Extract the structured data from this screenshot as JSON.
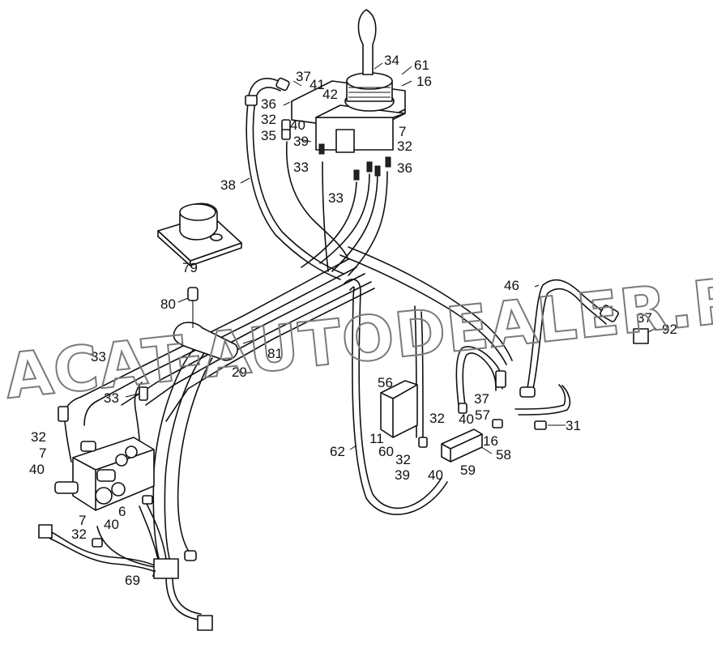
{
  "watermark": {
    "text": "ACAT-AUTODEALER.RU"
  },
  "callouts": [
    {
      "id": "c34",
      "text": "34"
    },
    {
      "id": "c61",
      "text": "61"
    },
    {
      "id": "c16a",
      "text": "16"
    },
    {
      "id": "c37a",
      "text": "37"
    },
    {
      "id": "c41",
      "text": "41"
    },
    {
      "id": "c42",
      "text": "42"
    },
    {
      "id": "c36a",
      "text": "36"
    },
    {
      "id": "c32a",
      "text": "32"
    },
    {
      "id": "c40a",
      "text": "40"
    },
    {
      "id": "c35",
      "text": "35"
    },
    {
      "id": "c39a",
      "text": "39"
    },
    {
      "id": "c7a",
      "text": "7"
    },
    {
      "id": "c32b",
      "text": "32"
    },
    {
      "id": "c33a",
      "text": "33"
    },
    {
      "id": "c36b",
      "text": "36"
    },
    {
      "id": "c38",
      "text": "38"
    },
    {
      "id": "c33b",
      "text": "33"
    },
    {
      "id": "c79",
      "text": "79"
    },
    {
      "id": "c46",
      "text": "46"
    },
    {
      "id": "c80",
      "text": "80"
    },
    {
      "id": "c37b",
      "text": "37"
    },
    {
      "id": "c92",
      "text": "92"
    },
    {
      "id": "c81",
      "text": "81"
    },
    {
      "id": "c33c",
      "text": "33"
    },
    {
      "id": "c29",
      "text": "29"
    },
    {
      "id": "c33d",
      "text": "33"
    },
    {
      "id": "c56",
      "text": "56"
    },
    {
      "id": "c37c",
      "text": "37"
    },
    {
      "id": "c32c",
      "text": "32"
    },
    {
      "id": "c40b",
      "text": "40"
    },
    {
      "id": "c57",
      "text": "57"
    },
    {
      "id": "c31",
      "text": "31"
    },
    {
      "id": "c32d",
      "text": "32"
    },
    {
      "id": "c7b",
      "text": "7"
    },
    {
      "id": "c40c",
      "text": "40"
    },
    {
      "id": "c11",
      "text": "11"
    },
    {
      "id": "c16b",
      "text": "16"
    },
    {
      "id": "c60",
      "text": "60"
    },
    {
      "id": "c58",
      "text": "58"
    },
    {
      "id": "c62",
      "text": "62"
    },
    {
      "id": "c32e",
      "text": "32"
    },
    {
      "id": "c59",
      "text": "59"
    },
    {
      "id": "c39b",
      "text": "39"
    },
    {
      "id": "c40d",
      "text": "40"
    },
    {
      "id": "c6",
      "text": "6"
    },
    {
      "id": "c7c",
      "text": "7"
    },
    {
      "id": "c40e",
      "text": "40"
    },
    {
      "id": "c32f",
      "text": "32"
    },
    {
      "id": "c69",
      "text": "69"
    }
  ]
}
